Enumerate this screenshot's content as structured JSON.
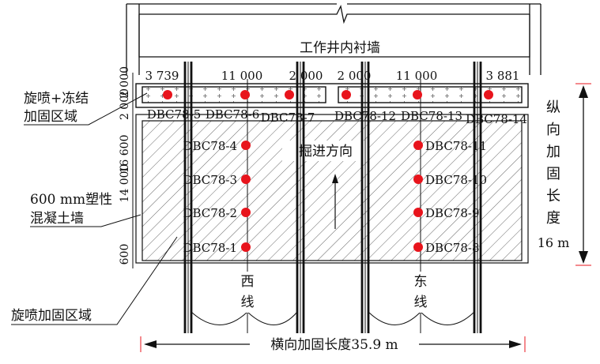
{
  "labels": {
    "inner_wall": "工作井内衬墙",
    "jet_freeze_line1": "旋喷+冻结",
    "jet_freeze_line2": "加固区域",
    "plastic_wall_line1": "600 mm塑性",
    "plastic_wall_line2": "混凝土墙",
    "jet_grout_zone": "旋喷加固区域",
    "excavation_direction": "掘进方向",
    "west_line_1": "西",
    "west_line_2": "线",
    "east_line_1": "东",
    "east_line_2": "线",
    "transverse_length": "横向加固长度35.9 m",
    "longitudinal_chars": [
      "纵",
      "向",
      "加",
      "固",
      "长",
      "度"
    ],
    "longitudinal_value": "16 m"
  },
  "top_dimensions": [
    "3 739",
    "11 000",
    "2 000",
    "2 000",
    "11 000",
    "3 881"
  ],
  "left_dimensions": [
    "2 000",
    "2 000",
    "16 600",
    "14 000",
    "600"
  ],
  "top_points": [
    "DBC78-5",
    "DBC78-6",
    "DBC78-7",
    "DBC78-12",
    "DBC78-13",
    "DBC78-14"
  ],
  "west_points": [
    "DBC78-4",
    "DBC78-3",
    "DBC78-2",
    "DBC78-1"
  ],
  "east_points": [
    "DBC78-11",
    "DBC78-10",
    "DBC78-9",
    "DBC78-8"
  ],
  "colors": {
    "point": "#e8141c",
    "line": "#111111",
    "hatch": "#555555"
  }
}
